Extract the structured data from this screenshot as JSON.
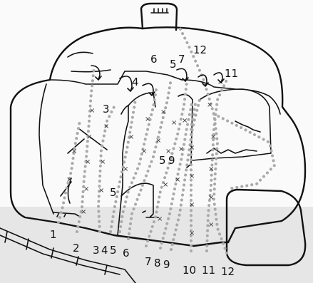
{
  "diagram": {
    "colors": {
      "background": "#fafafa",
      "ground": "#e6e6e6",
      "rock": "#f2f2f2",
      "outline": "#111111",
      "route": "#a9a9a9",
      "label": "#111111"
    },
    "base_labels": [
      "1",
      "2",
      "3",
      "4",
      "5",
      "6",
      "7",
      "8",
      "9",
      "10",
      "11",
      "12"
    ],
    "face_labels": [
      "3",
      "4",
      "5",
      "5",
      "6",
      "5",
      "7",
      "9",
      "11",
      "12"
    ]
  }
}
